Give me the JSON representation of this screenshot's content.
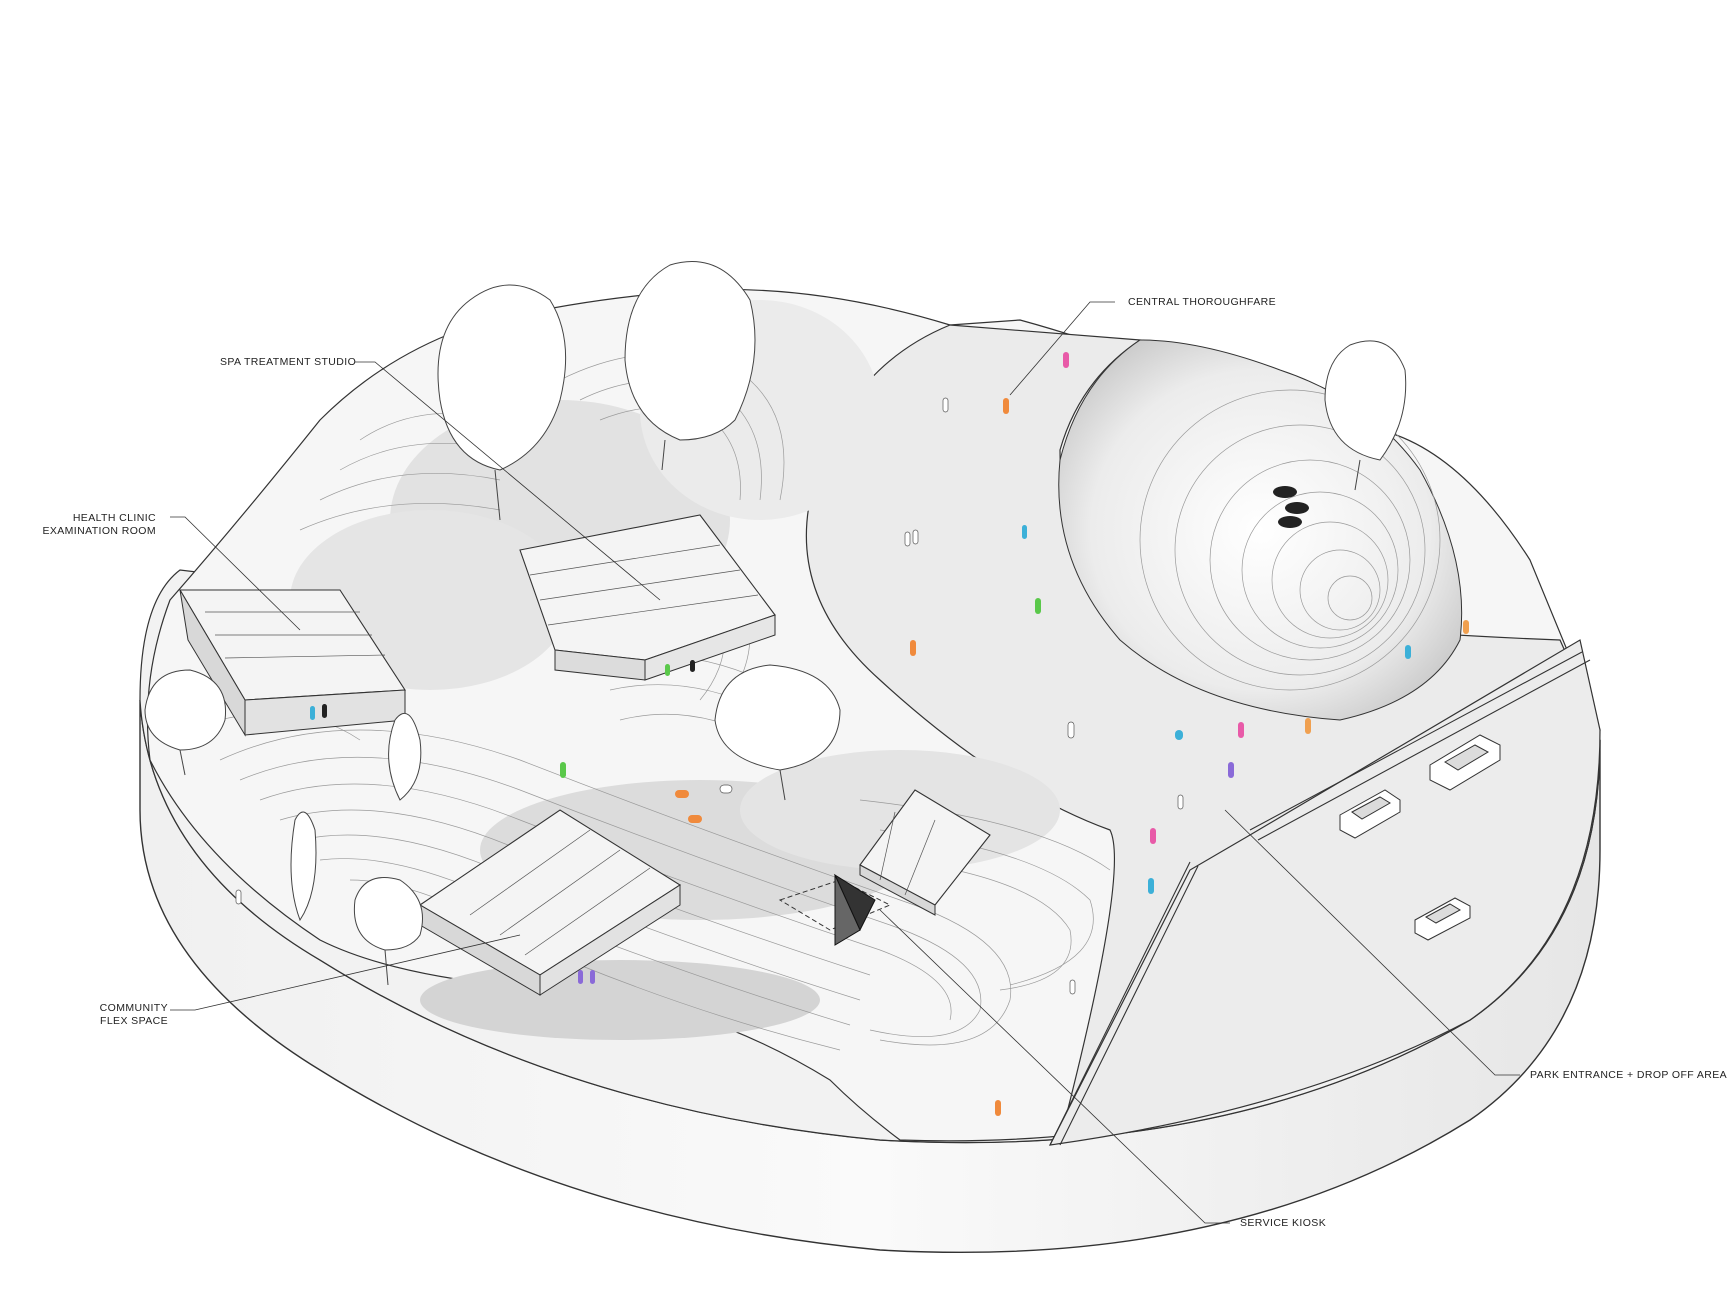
{
  "labels": {
    "spa": "SPA TREATMENT STUDIO",
    "clinic_line1": "HEALTH CLINIC",
    "clinic_line2": "EXAMINATION ROOM",
    "community_line1": "COMMUNITY",
    "community_line2": "FLEX SPACE",
    "central": "CENTRAL THOROUGHFARE",
    "park": "PARK ENTRANCE + DROP OFF AREA",
    "kiosk": "SERVICE KIOSK"
  },
  "colors": {
    "line": "#333333",
    "terrain_light": "#f4f4f4",
    "terrain_shadow": "#b8b8b8",
    "plaza": "#ececec",
    "people": [
      "#e85aa8",
      "#f08a3c",
      "#3cb0d8",
      "#8a6ad8",
      "#5ac84a",
      "#f0a050"
    ]
  }
}
